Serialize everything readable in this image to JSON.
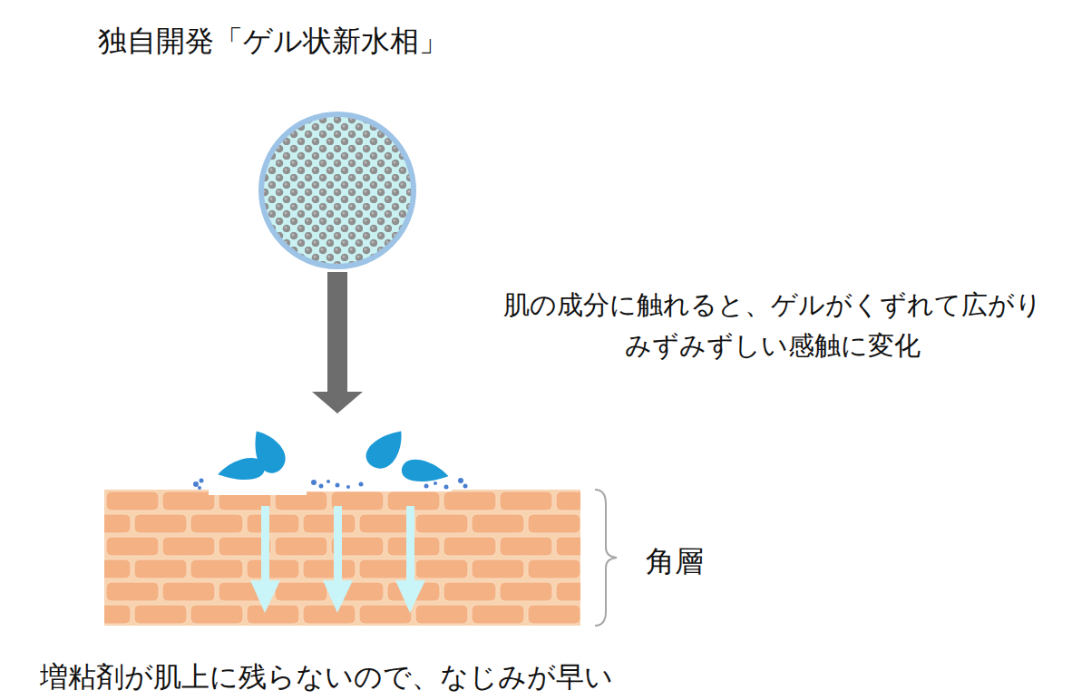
{
  "diagram": {
    "title": "独自開発「ゲル状新水相」",
    "labels": [
      "肌の成分に触れると、ゲルがくずれて広がり みずみずしい感触に変化",
      "角層",
      "増粘剤が肌上に残らないので、なじみが早い"
    ]
  }
}
